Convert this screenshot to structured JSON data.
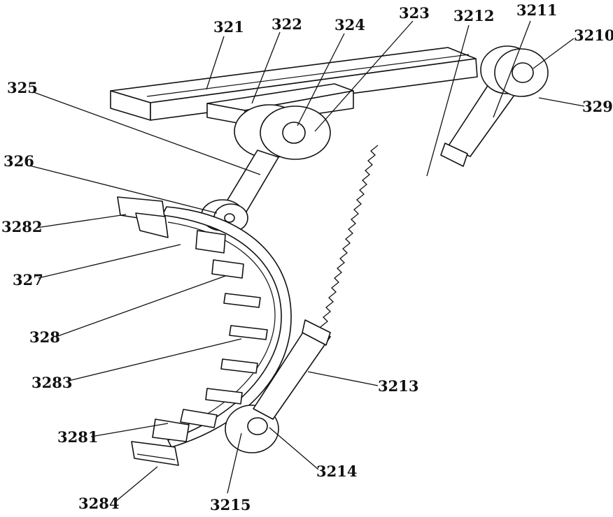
{
  "labels": {
    "l321": "321",
    "l322": "322",
    "l324": "324",
    "l323": "323",
    "l3212": "3212",
    "l3211": "3211",
    "l3210": "3210",
    "l325": "325",
    "l329": "329",
    "l326": "326",
    "l3282": "3282",
    "l327": "327",
    "l328": "328",
    "l3283": "3283",
    "l3213": "3213",
    "l3281": "3281",
    "l3214": "3214",
    "l3284": "3284",
    "l3215": "3215"
  }
}
